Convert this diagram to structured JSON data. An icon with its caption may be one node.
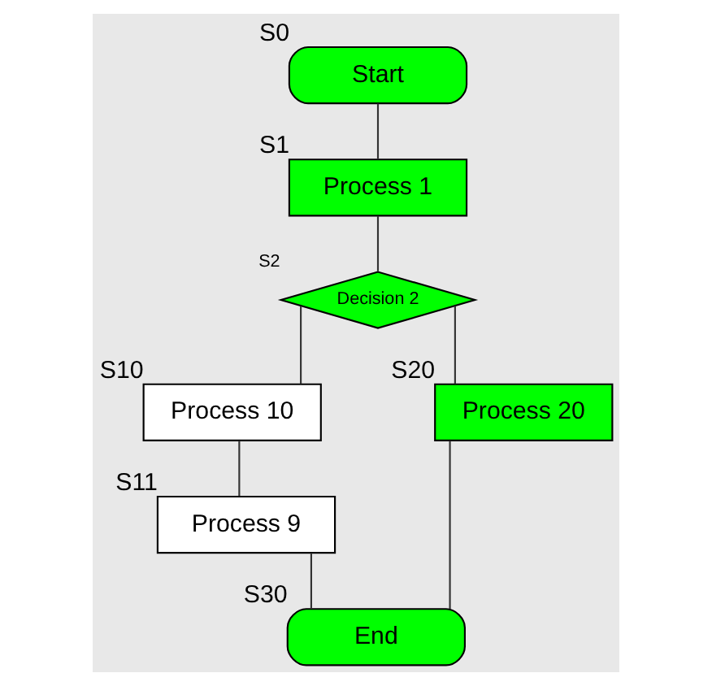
{
  "diagram": {
    "nodes": [
      {
        "text": [
          "Start"
        ],
        "beside": [
          "S0"
        ]
      },
      {
        "text": [
          "Process 1"
        ],
        "beside": [
          "S1"
        ]
      },
      {
        "text": [
          "Decision 2"
        ],
        "beside": [
          "S2"
        ]
      },
      {
        "text": [
          "Process 10"
        ],
        "beside": [
          "S10"
        ]
      },
      {
        "text": [
          "Process 20"
        ],
        "beside": [
          "S20"
        ]
      },
      {
        "text": [
          "Process 9"
        ],
        "beside": [
          "S11"
        ]
      },
      {
        "text": [
          "End"
        ],
        "beside": [
          "S30"
        ]
      }
    ],
    "edges": [
      {
        "from": 0,
        "to": 1,
        "arrow": "none"
      },
      {
        "from": 1,
        "to": 2,
        "arrow": "none"
      },
      {
        "from": 2,
        "to": 3,
        "arrow": "none"
      },
      {
        "from": 2,
        "to": 4,
        "arrow": "none"
      },
      {
        "from": 3,
        "to": 5,
        "arrow": "none"
      },
      {
        "from": 5,
        "to": 6,
        "arrow": "none"
      },
      {
        "from": 4,
        "to": 6,
        "arrow": "none"
      }
    ]
  }
}
